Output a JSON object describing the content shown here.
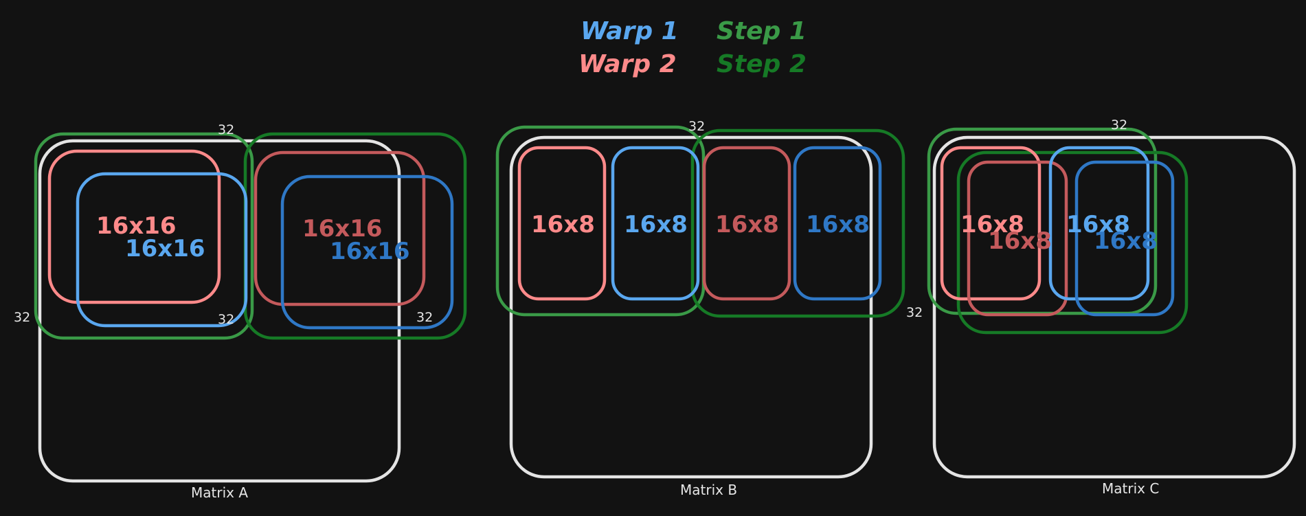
{
  "legend": {
    "warp1": {
      "label": "Warp 1",
      "color": "#5aa7ef"
    },
    "warp2": {
      "label": "Warp 2",
      "color": "#fd8a8a"
    },
    "step1": {
      "label": "Step 1",
      "color": "#3a9a47"
    },
    "step2": {
      "label": "Step 2",
      "color": "#167a26"
    }
  },
  "colors": {
    "background": "#121212",
    "matrix_outline": "#e4e4e4",
    "warp1_step1": "#5aa7ef",
    "warp1_step2": "#2f78c6",
    "warp2_step1": "#fd8a8a",
    "warp2_step2": "#c45a5c"
  },
  "matrix_a": {
    "label": "Matrix A",
    "dim_top": "32",
    "dim_left": "32",
    "dim_step1_corner": "32",
    "dim_step2_corner": "32",
    "tile_warp2_step1": "16x16",
    "tile_warp1_step1": "16x16",
    "tile_warp2_step2": "16x16",
    "tile_warp1_step2": "16x16"
  },
  "matrix_b": {
    "label": "Matrix B",
    "dim_top": "32",
    "tile_warp2_step1": "16x8",
    "tile_warp1_step1": "16x8",
    "tile_warp2_step2": "16x8",
    "tile_warp1_step2": "16x8"
  },
  "matrix_c": {
    "label": "Matrix C",
    "dim_top": "32",
    "dim_left": "32",
    "tile_warp2_step1": "16x8",
    "tile_warp2_step2": "16x8",
    "tile_warp1_step1": "16x8",
    "tile_warp1_step2": "16x8"
  }
}
